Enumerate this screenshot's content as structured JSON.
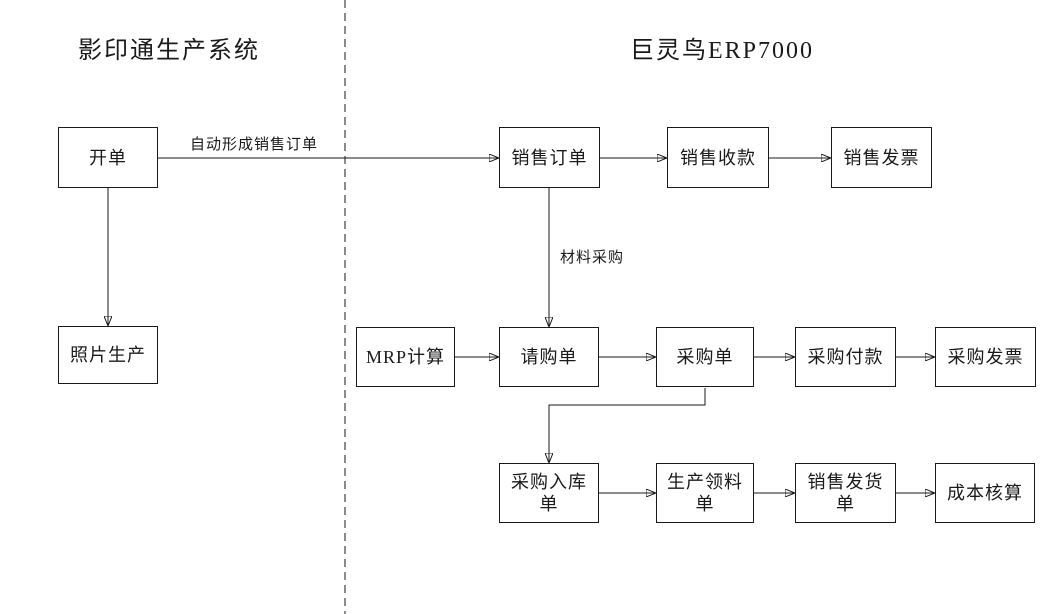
{
  "left_section": {
    "title": "影印通生产系统",
    "nodes": {
      "open_order": "开单",
      "photo_production": "照片生产"
    }
  },
  "right_section": {
    "title": "巨灵鸟ERP7000",
    "nodes": {
      "sales_order": "销售订单",
      "sales_receipt": "销售收款",
      "sales_invoice": "销售发票",
      "mrp_calc": "MRP计算",
      "purchase_requisition": "请购单",
      "purchase_order": "采购单",
      "purchase_payment": "采购付款",
      "purchase_invoice": "采购发票",
      "purchase_receipt_note": "采购入库单",
      "production_material_issue": "生产领料单",
      "sales_delivery_note": "销售发货单",
      "cost_accounting": "成本核算"
    }
  },
  "edge_labels": {
    "auto_create_sales_order": "自动形成销售订单",
    "material_purchase": "材料采购"
  },
  "colors": {
    "line": "#1a1a1a",
    "text": "#1a1a1a",
    "background": "#ffffff"
  }
}
